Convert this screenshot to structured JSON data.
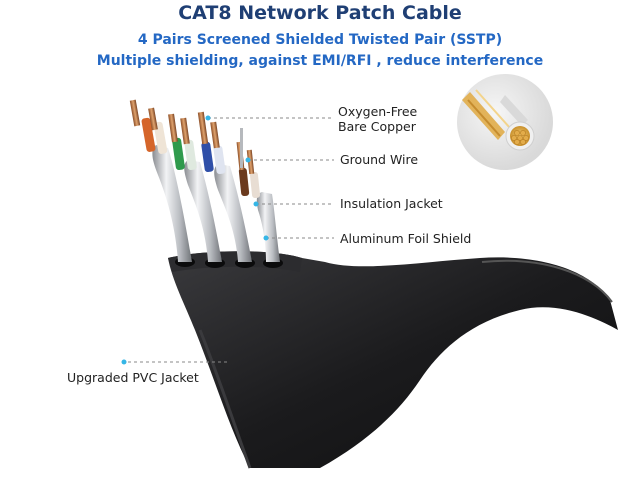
{
  "header": {
    "title": "CAT8 Network Patch Cable",
    "subtitle_line1": "4 Pairs Screened Shielded Twisted Pair (SSTP)",
    "subtitle_line2": "Multiple shielding, against EMI/RFI , reduce interference"
  },
  "callouts": {
    "copper_line1": "Oxygen-Free",
    "copper_line2": "Bare Copper",
    "ground_wire": "Ground Wire",
    "insulation_jacket": "Insulation Jacket",
    "foil_shield": "Aluminum Foil Shield",
    "pvc_jacket": "Upgraded PVC  Jacket"
  },
  "colors": {
    "title": "#1f3f74",
    "subtitle": "#2468c4",
    "callout_dot": "#35b6e6",
    "cable_jacket": "#1c1c1e",
    "copper": "#c9824e",
    "pair_orange": "#d5652a",
    "pair_green": "#2f9a4c",
    "pair_blue": "#2f4fa8",
    "pair_brown": "#6b3a1e"
  }
}
